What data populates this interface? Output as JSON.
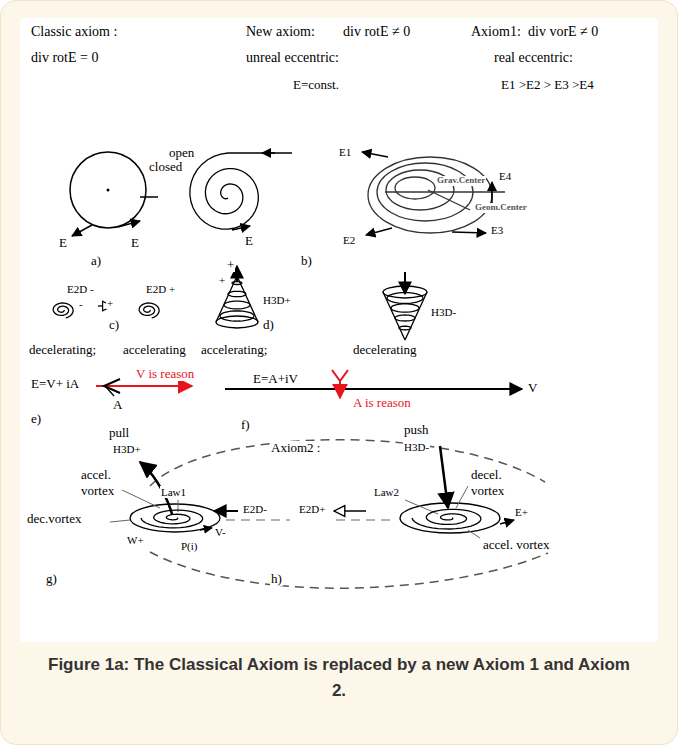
{
  "diagram": {
    "caption": "Figure 1a: The Classical Axiom is replaced by a new Axiom 1 and Axiom 2.",
    "labels": [
      "Classic axiom :",
      "div rotE = 0",
      "New axiom:",
      "div rotE ≠ 0",
      "Axiom1:",
      "div vorE ≠ 0",
      "unreal eccentric:",
      "real eccentric:",
      "E=const.",
      "E1 >E2 > E3 >E4",
      "closed",
      "E",
      "E",
      "a)",
      "open",
      "E",
      "+",
      "b)",
      "E1",
      "Grav.Center",
      "E4",
      "Geom.Center",
      "E2",
      "E3",
      "E2D -",
      "-",
      "E2D +",
      "+",
      "c)",
      "decelerating;",
      "accelerating",
      "H3D+",
      "+",
      "d)",
      "H3D-",
      "accelerating;",
      "decelerating",
      "E=V+ iA",
      "V is reason",
      "A",
      "e)",
      "E=A+iV",
      "V",
      "A is reason",
      "f)",
      "Axiom2 :",
      "pull",
      "H3D+",
      "accel.",
      "vortex",
      "Law1",
      "E2D-",
      "dec.vortex",
      "W+",
      "V-",
      "P(i)",
      "g)",
      "push",
      "H3D-",
      "decel.",
      "vortex",
      "Law2",
      "E2D+",
      "E+",
      "accel. vortex",
      "h)"
    ]
  }
}
